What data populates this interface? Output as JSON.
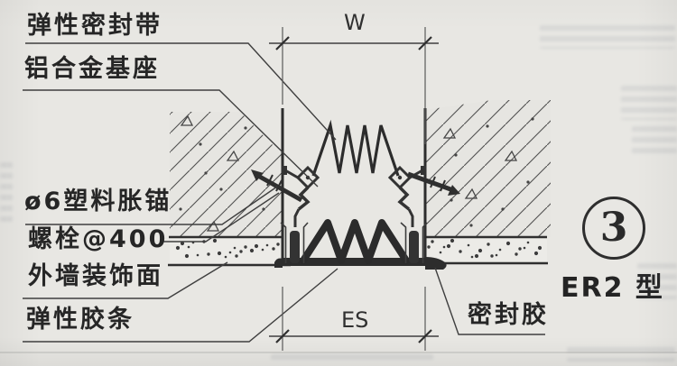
{
  "drawing": {
    "detail_number": "3",
    "type_label": "ER2 型"
  },
  "callouts": {
    "elastic_seal_band": "弹性密封带",
    "aluminum_base": "铝合金基座",
    "plastic_anchor": "ø6塑料胀锚",
    "bolt_spacing": "螺栓@400",
    "wall_finish": "外墙装饰面",
    "elastic_rubber_strip": "弹性胶条",
    "sealant": "密封胶"
  },
  "dimensions": {
    "joint_width": "W",
    "seal_width": "ES"
  },
  "colors": {
    "paper": "#e8e7e3",
    "ink": "#2e2e2e",
    "thin_line": "#4a4a4a"
  }
}
